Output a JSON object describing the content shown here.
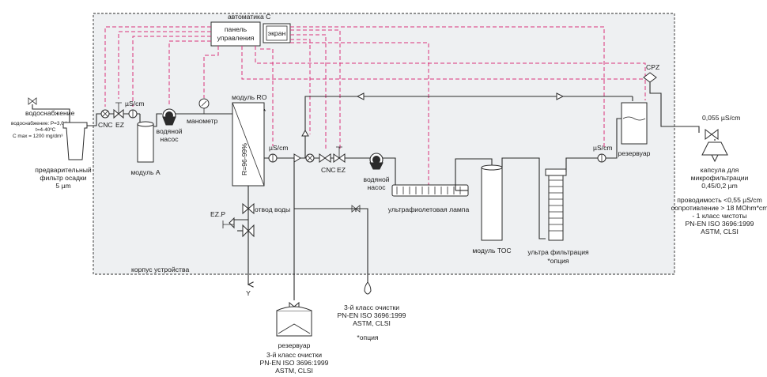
{
  "colors": {
    "signal": "#d9327a",
    "pipe": "#2b2b2b",
    "housing_fill": "#eef0f2"
  },
  "housing_label": "корпус устройства",
  "automation_label": "автоматика С",
  "control_panel": {
    "line1": "панель",
    "line2": "управления"
  },
  "screen_label": "экран",
  "water_supply": {
    "title": "водоснабжение",
    "param1": "водоснабжение: Р=3,0 bar",
    "param2": "t=4-40ºС",
    "param3": "C max = 1200 mg/dm³"
  },
  "prefilter": {
    "line1": "предварительный",
    "line2": "фильтр осадки",
    "line3": "5 µm"
  },
  "valves": {
    "cnc1": "CNC",
    "ez1": "EZ",
    "cnc2": "CNC",
    "ez2": "EZ",
    "ezp": "EZ.P",
    "cpz": "CPZ"
  },
  "sensors": {
    "us_cm_1": "µS/cm",
    "us_cm_2": "µS/cm",
    "us_cm_3": "µS/cm",
    "outlet_value": "0,055  µS/cm"
  },
  "pump1": {
    "line1": "водяной",
    "line2": "насос"
  },
  "pump2": {
    "line1": "водяной",
    "line2": "насос"
  },
  "module_a": "модуль А",
  "manometer": "манометр",
  "module_ro": {
    "title": "модуль RO",
    "rating": "R=96-99%"
  },
  "drain": "отвод воды",
  "uv_lamp": "ультрафиолетовая лампа",
  "module_toc": "модуль ТОС",
  "ultrafiltration": {
    "line1": "ультра фильтрация",
    "line2": "*опция"
  },
  "reservoir_top": "резервуар",
  "microfilter": {
    "line1": "капсула для",
    "line2": "микрофильтрации",
    "line3": "0,45/0,2 µm"
  },
  "output_spec": {
    "line1": "проводимость <0,55 µS/cm",
    "line2": "сопротивление > 18 MOhm*cm",
    "line3": "- 1 класс чистоты",
    "line4": "PN-EN ISO 3696:1999",
    "line5": "ASTM, CLSI"
  },
  "tank_bottom": {
    "title": "резервуар",
    "line1": "3-й класс очистки",
    "line2": "PN-EN ISO 3696:1999",
    "line3": "ASTM, CLSI"
  },
  "tap_outlet": {
    "line1": "3-й класс очистки",
    "line2": "PN-EN ISO 3696:1999",
    "line3": "ASTM, CLSI",
    "note": "*опция"
  },
  "drain_symbol": "Y",
  "asterisk": "*"
}
